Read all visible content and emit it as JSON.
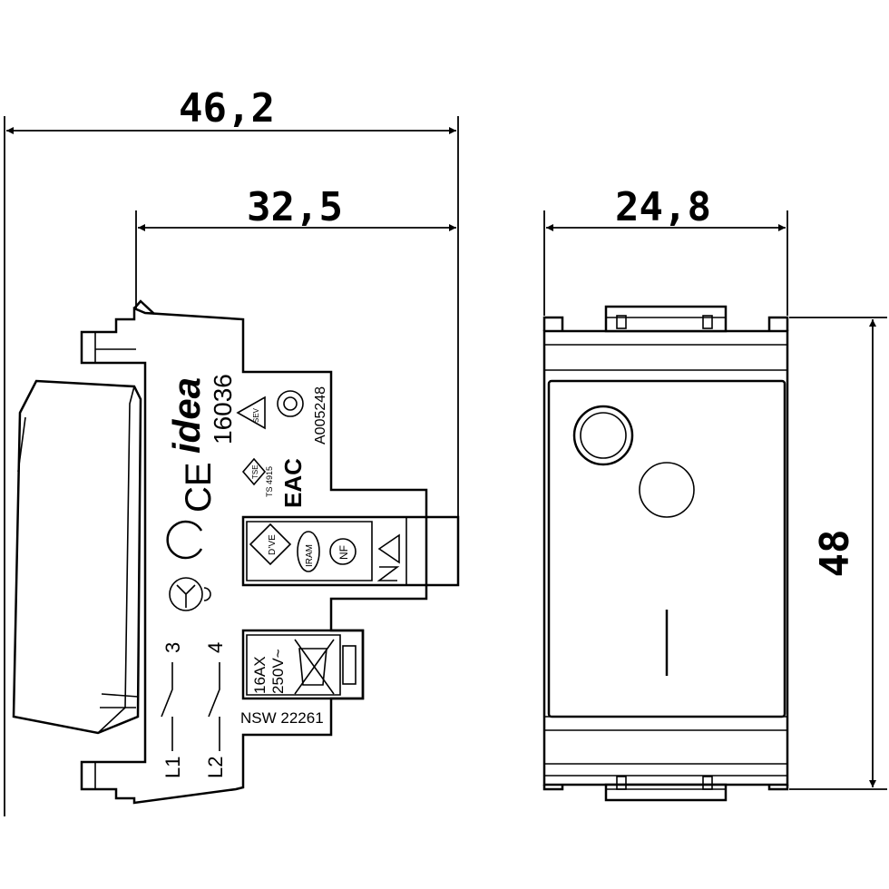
{
  "dimensions": {
    "overall_depth": "46,2",
    "body_depth": "32,5",
    "front_width": "24,8",
    "height": "48"
  },
  "side_view": {
    "brand": "idea",
    "model": "16036",
    "approval_code": "A005248",
    "tse_label": "TSE",
    "ts_standard": "TS 4915",
    "eac_mark": "EAC",
    "ce_mark": "CE",
    "terminal_3": "3",
    "terminal_4": "4",
    "terminal_l1": "L1",
    "terminal_l2": "L2",
    "rating_current": "16AX",
    "rating_voltage": "250V~",
    "standard_code": "NSW 22261",
    "dve_mark": "D’VE",
    "iram_mark": "IRAM",
    "nf_mark": "NF",
    "sev_mark": "SEV"
  }
}
